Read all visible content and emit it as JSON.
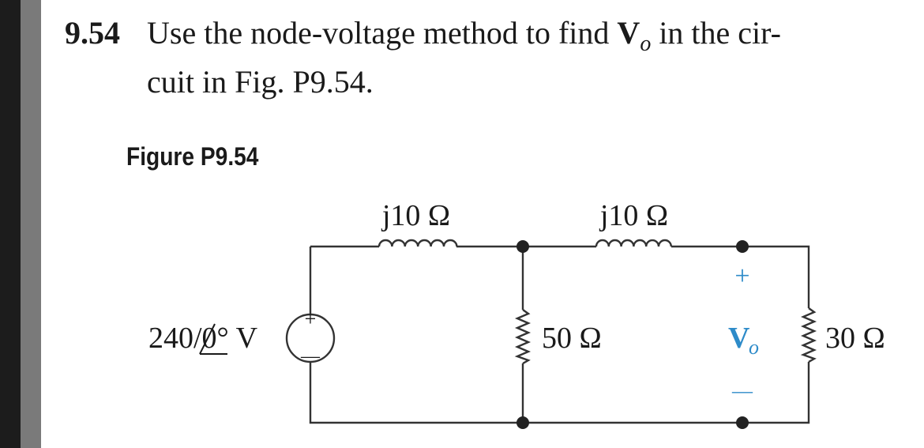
{
  "problem": {
    "number": "9.54",
    "text_part1": "Use the node-voltage method to find ",
    "symbol_V": "V",
    "symbol_sub": "o",
    "text_part2": " in the cir-",
    "text_line2": "cuit in Fig. P9.54."
  },
  "figure": {
    "title": "Figure P9.54",
    "inductor1_label": "j10 Ω",
    "inductor2_label": "j10 Ω",
    "source_label": "240/0° V",
    "source_plus": "+",
    "source_minus": "—",
    "resistor1_label": "50 Ω",
    "resistor2_label": "30 Ω",
    "vo_plus": "+",
    "vo_symbol": "V",
    "vo_sub": "o",
    "vo_minus": "—"
  },
  "colors": {
    "accent": "#2e8bc9",
    "ink": "#1a1a1a"
  }
}
